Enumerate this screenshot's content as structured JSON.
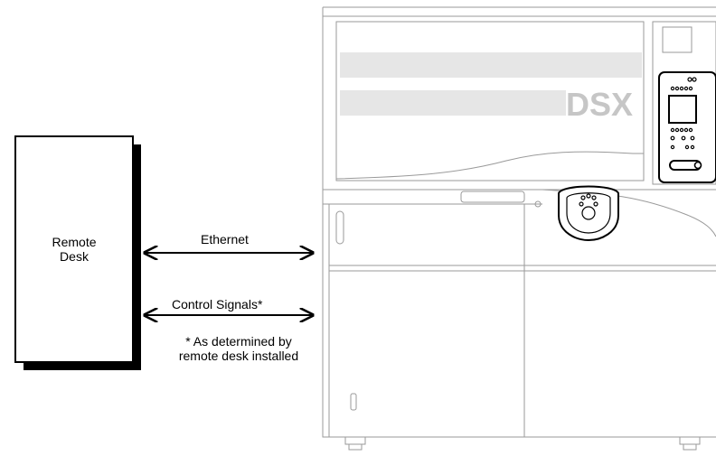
{
  "remote_desk": {
    "label_line1": "Remote",
    "label_line2": "Desk"
  },
  "connections": {
    "ethernet_label": "Ethernet",
    "control_label": "Control Signals*"
  },
  "footnote": {
    "line1": "* As determined by",
    "line2": "remote desk installed"
  },
  "machine": {
    "brand": "DSX"
  },
  "colors": {
    "line": "#000000",
    "machine_outline": "#9a9a9a",
    "machine_fill": "#ffffff",
    "panel_band": "#e6e6e6",
    "brand_text": "#c6c6c6"
  }
}
